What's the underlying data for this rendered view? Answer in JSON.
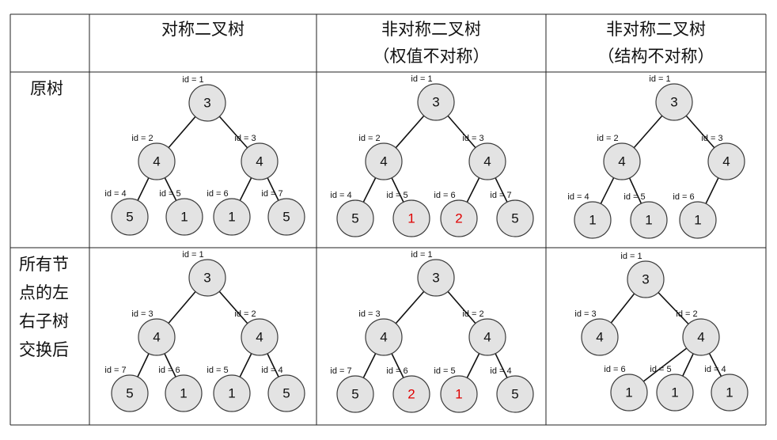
{
  "columns": [
    {
      "line1": "对称二叉树",
      "line2": ""
    },
    {
      "line1": "非对称二叉树",
      "line2": "（权值不对称）"
    },
    {
      "line1": "非对称二叉树",
      "line2": "（结构不对称）"
    }
  ],
  "rows": [
    {
      "label": [
        "原树"
      ]
    },
    {
      "label": [
        "所有节",
        "点的左",
        "右子树",
        "交换后"
      ]
    }
  ],
  "colors": {
    "highlight": "#e00000",
    "node_fill": "#e3e3e3",
    "text": "#111111"
  },
  "trees": [
    {
      "nodes": [
        {
          "id": "id = 1",
          "val": "3"
        },
        {
          "id": "id = 2",
          "val": "4"
        },
        {
          "id": "id = 3",
          "val": "4"
        },
        {
          "id": "id = 4",
          "val": "5"
        },
        {
          "id": "id = 5",
          "val": "1"
        },
        {
          "id": "id = 6",
          "val": "1"
        },
        {
          "id": "id = 7",
          "val": "5"
        }
      ]
    },
    {
      "nodes": [
        {
          "id": "id = 1",
          "val": "3"
        },
        {
          "id": "id = 2",
          "val": "4"
        },
        {
          "id": "id = 3",
          "val": "4"
        },
        {
          "id": "id = 4",
          "val": "5"
        },
        {
          "id": "id = 5",
          "val": "1",
          "red": true
        },
        {
          "id": "id = 6",
          "val": "2",
          "red": true
        },
        {
          "id": "id = 7",
          "val": "5"
        }
      ]
    },
    {
      "nodes": [
        {
          "id": "id = 1",
          "val": "3"
        },
        {
          "id": "id = 2",
          "val": "4"
        },
        {
          "id": "id = 3",
          "val": "4"
        },
        {
          "id": "id = 4",
          "val": "1"
        },
        {
          "id": "id = 5",
          "val": "1"
        },
        {
          "id": "id = 6",
          "val": "1"
        }
      ]
    },
    {
      "nodes": [
        {
          "id": "id = 1",
          "val": "3"
        },
        {
          "id": "id = 3",
          "val": "4"
        },
        {
          "id": "id = 2",
          "val": "4"
        },
        {
          "id": "id = 7",
          "val": "5"
        },
        {
          "id": "id = 6",
          "val": "1"
        },
        {
          "id": "id = 5",
          "val": "1"
        },
        {
          "id": "id = 4",
          "val": "5"
        }
      ]
    },
    {
      "nodes": [
        {
          "id": "id = 1",
          "val": "3"
        },
        {
          "id": "id = 3",
          "val": "4"
        },
        {
          "id": "id = 2",
          "val": "4"
        },
        {
          "id": "id = 7",
          "val": "5"
        },
        {
          "id": "id = 6",
          "val": "2",
          "red": true
        },
        {
          "id": "id = 5",
          "val": "1",
          "red": true
        },
        {
          "id": "id = 4",
          "val": "5"
        }
      ]
    },
    {
      "nodes": [
        {
          "id": "id = 1",
          "val": "3"
        },
        {
          "id": "id = 3",
          "val": "4"
        },
        {
          "id": "id = 2",
          "val": "4"
        },
        {
          "id": "id = 6",
          "val": "1"
        },
        {
          "id": "id = 5",
          "val": "1"
        },
        {
          "id": "id = 4",
          "val": "1"
        }
      ]
    }
  ]
}
